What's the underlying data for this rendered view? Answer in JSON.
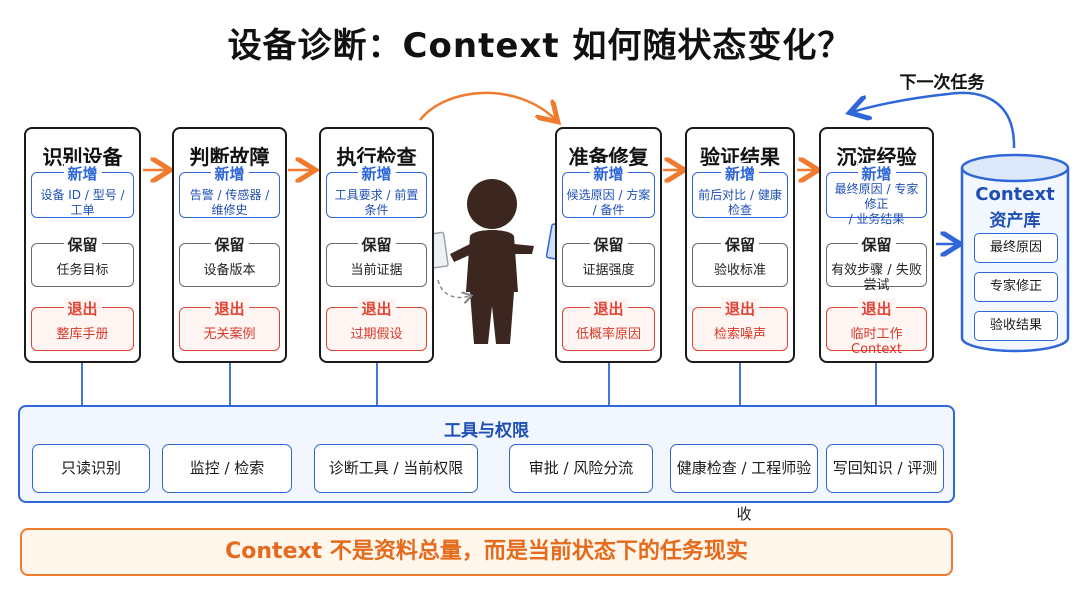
{
  "title": "设备诊断：Context 如何随状态变化？",
  "next_task": "下一次任务",
  "stages": [
    {
      "title": "识别设备",
      "new_label": "新增",
      "new_text": "设备 ID / 型号 / 工单",
      "keep_label": "保留",
      "keep_text": "任务目标",
      "exit_label": "退出",
      "exit_text": "整库手册"
    },
    {
      "title": "判断故障",
      "new_label": "新增",
      "new_text": "告警 / 传感器 / 维修史",
      "keep_label": "保留",
      "keep_text": "设备版本",
      "exit_label": "退出",
      "exit_text": "无关案例"
    },
    {
      "title": "执行检查",
      "new_label": "新增",
      "new_text": "工具要求 / 前置条件",
      "keep_label": "保留",
      "keep_text": "当前证据",
      "exit_label": "退出",
      "exit_text": "过期假设"
    },
    {
      "title": "准备修复",
      "new_label": "新增",
      "new_text": "候选原因 / 方案 / 备件",
      "keep_label": "保留",
      "keep_text": "证据强度",
      "exit_label": "退出",
      "exit_text": "低概率原因"
    },
    {
      "title": "验证结果",
      "new_label": "新增",
      "new_text": "前后对比 / 健康检查",
      "keep_label": "保留",
      "keep_text": "验收标准",
      "exit_label": "退出",
      "exit_text": "检索噪声"
    },
    {
      "title": "沉淀经验",
      "new_label": "新增",
      "new_text_lines": [
        "最终原因 / 专家修正",
        "/ 业务结果"
      ],
      "keep_label": "保留",
      "keep_text": "有效步骤 / 失败尝试",
      "exit_label": "退出",
      "exit_text": "临时工作 Context"
    }
  ],
  "asset_store": {
    "title_line1": "Context",
    "title_line2": "资产库",
    "items": [
      "最终原因",
      "专家修正",
      "验收结果"
    ]
  },
  "tools": {
    "title": "工具与权限",
    "items": [
      "只读识别",
      "监控 / 检索",
      "诊断工具 / 当前权限",
      "审批 / 风险分流",
      "健康检查 / 工程师验收",
      "写回知识 / 评测"
    ]
  },
  "banner": "Context 不是资料总量，而是当前状态下的任务现实",
  "colors": {
    "blue": "#2f67d8",
    "red": "#e04434",
    "orange": "#f07a2e",
    "dark": "#1a1a1a"
  }
}
